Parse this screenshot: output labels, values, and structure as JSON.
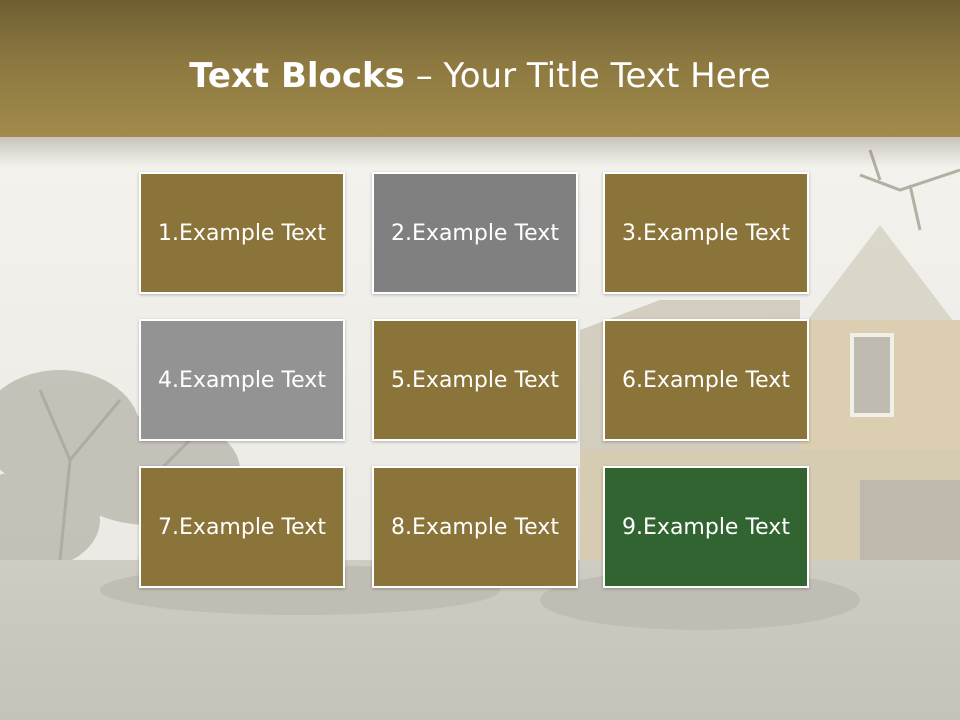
{
  "title": {
    "bold": "Text Blocks",
    "rest": " – Your Title Text Here"
  },
  "colors": {
    "olive": "#8b7439",
    "gray": "#808080",
    "light_gray": "#939393",
    "green": "#326432"
  },
  "blocks": [
    {
      "label": "1.Example Text",
      "color": "#8b7439"
    },
    {
      "label": "2.Example Text",
      "color": "#808080"
    },
    {
      "label": "3.Example Text",
      "color": "#8b7439"
    },
    {
      "label": "4.Example Text",
      "color": "#939393"
    },
    {
      "label": "5.Example Text",
      "color": "#8b7439"
    },
    {
      "label": "6.Example Text",
      "color": "#8b7439"
    },
    {
      "label": "7.Example Text",
      "color": "#8b7439"
    },
    {
      "label": "8.Example Text",
      "color": "#8b7439"
    },
    {
      "label": "9.Example Text",
      "color": "#326432"
    }
  ]
}
